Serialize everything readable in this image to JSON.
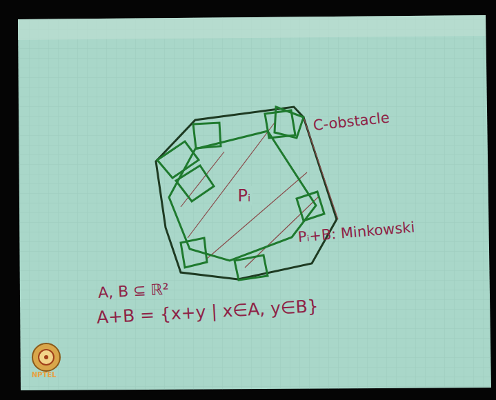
{
  "diagram": {
    "nodes": [
      {
        "text": [
          "Pᵢ"
        ]
      }
    ],
    "labels": [
      "C-obstacle",
      "Pᵢ+B: Minkowski",
      "A, B ⊆ ℝ²",
      "A+B = {x+y | x∈A, y∈B}",
      "NPTEL"
    ]
  }
}
